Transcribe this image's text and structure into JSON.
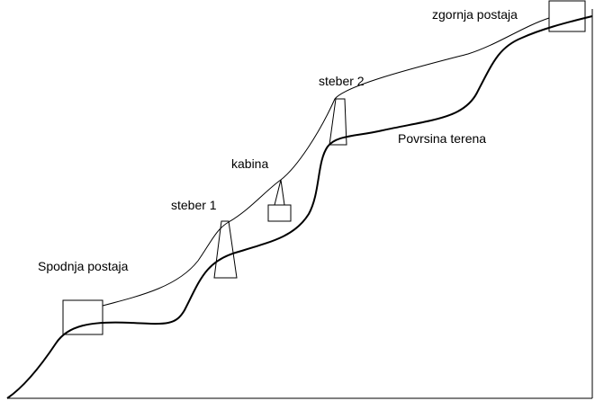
{
  "labels": {
    "upper_station": "zgornja postaja",
    "pylon_2": "steber 2",
    "terrain": "Povrsina terena",
    "cabin": "kabina",
    "pylon_1": "steber 1",
    "lower_station": "Spodnja postaja"
  },
  "colors": {
    "line": "#000000",
    "background": "#ffffff"
  }
}
